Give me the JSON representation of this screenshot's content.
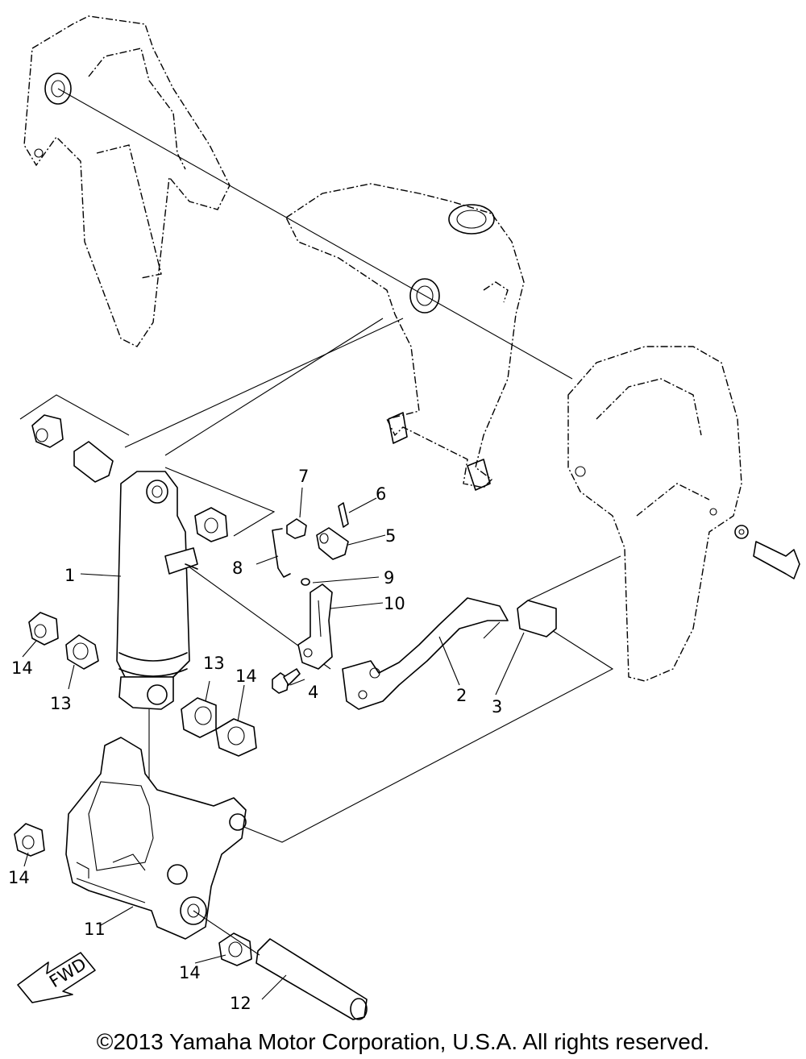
{
  "labels": {
    "p1": "1",
    "p2": "2",
    "p3": "3",
    "p4": "4",
    "p5": "5",
    "p6": "6",
    "p7": "7",
    "p8": "8",
    "p9": "9",
    "p10": "10",
    "p11": "11",
    "p12": "12",
    "p13a": "13",
    "p13b": "13",
    "p14a": "14",
    "p14b": "14",
    "p14c": "14",
    "p14d": "14"
  },
  "arrow_text": "FWD",
  "copyright": "©2013 Yamaha Motor Corporation, U.S.A. All rights reserved."
}
